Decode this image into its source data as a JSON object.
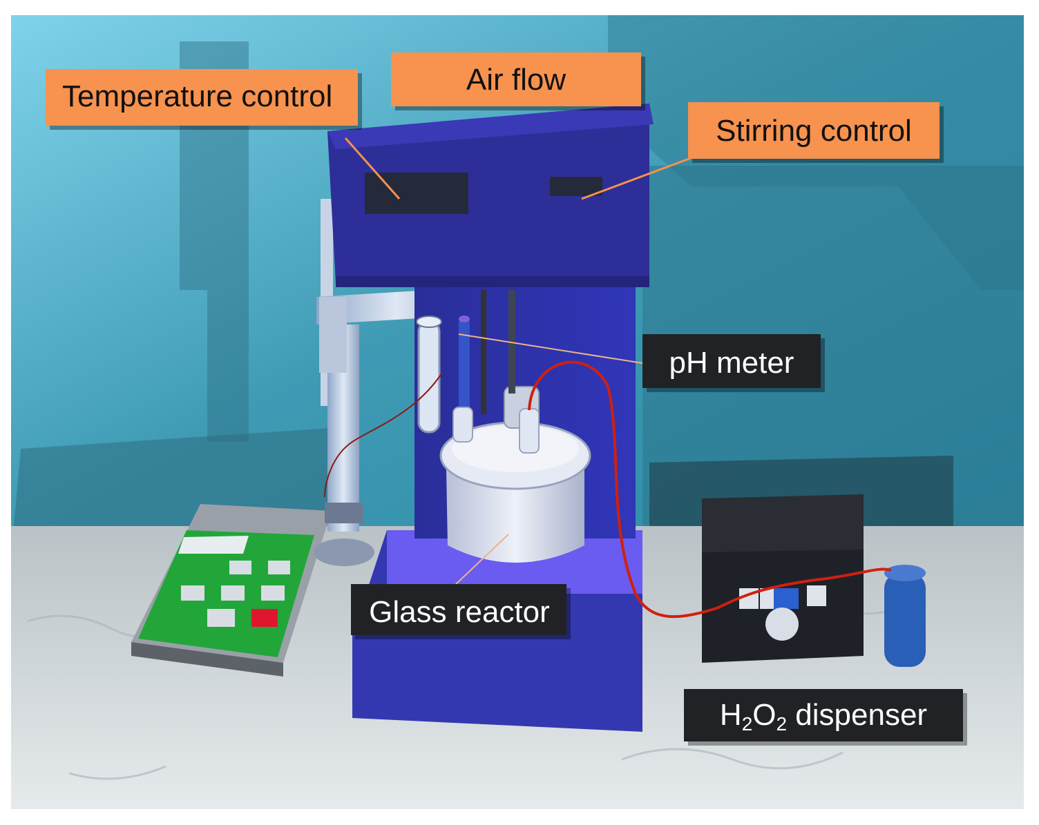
{
  "labels": {
    "temperature_control": "Temperature control",
    "air_flow": "Air flow",
    "stirring_control": "Stirring control",
    "ph_meter": "pH meter",
    "glass_reactor": "Glass reactor",
    "h2o2_dispenser_prefix": "H",
    "h2o2_dispenser_sub1": "2",
    "h2o2_dispenser_mid": "O",
    "h2o2_dispenser_sub2": "2",
    "h2o2_dispenser_suffix": " dispenser"
  },
  "colors": {
    "wall": "#3f9bb4",
    "wall_shadow": "#2b6f86",
    "floor": "#cfd6d9",
    "instrument_body": "#2a2fa8",
    "instrument_base": "#5a4fe0",
    "orange_label": "#f7924f",
    "dark_label": "#202225",
    "keypad_green": "#22a63a",
    "red_button": "#e0162e",
    "tubing": "#d02010"
  }
}
